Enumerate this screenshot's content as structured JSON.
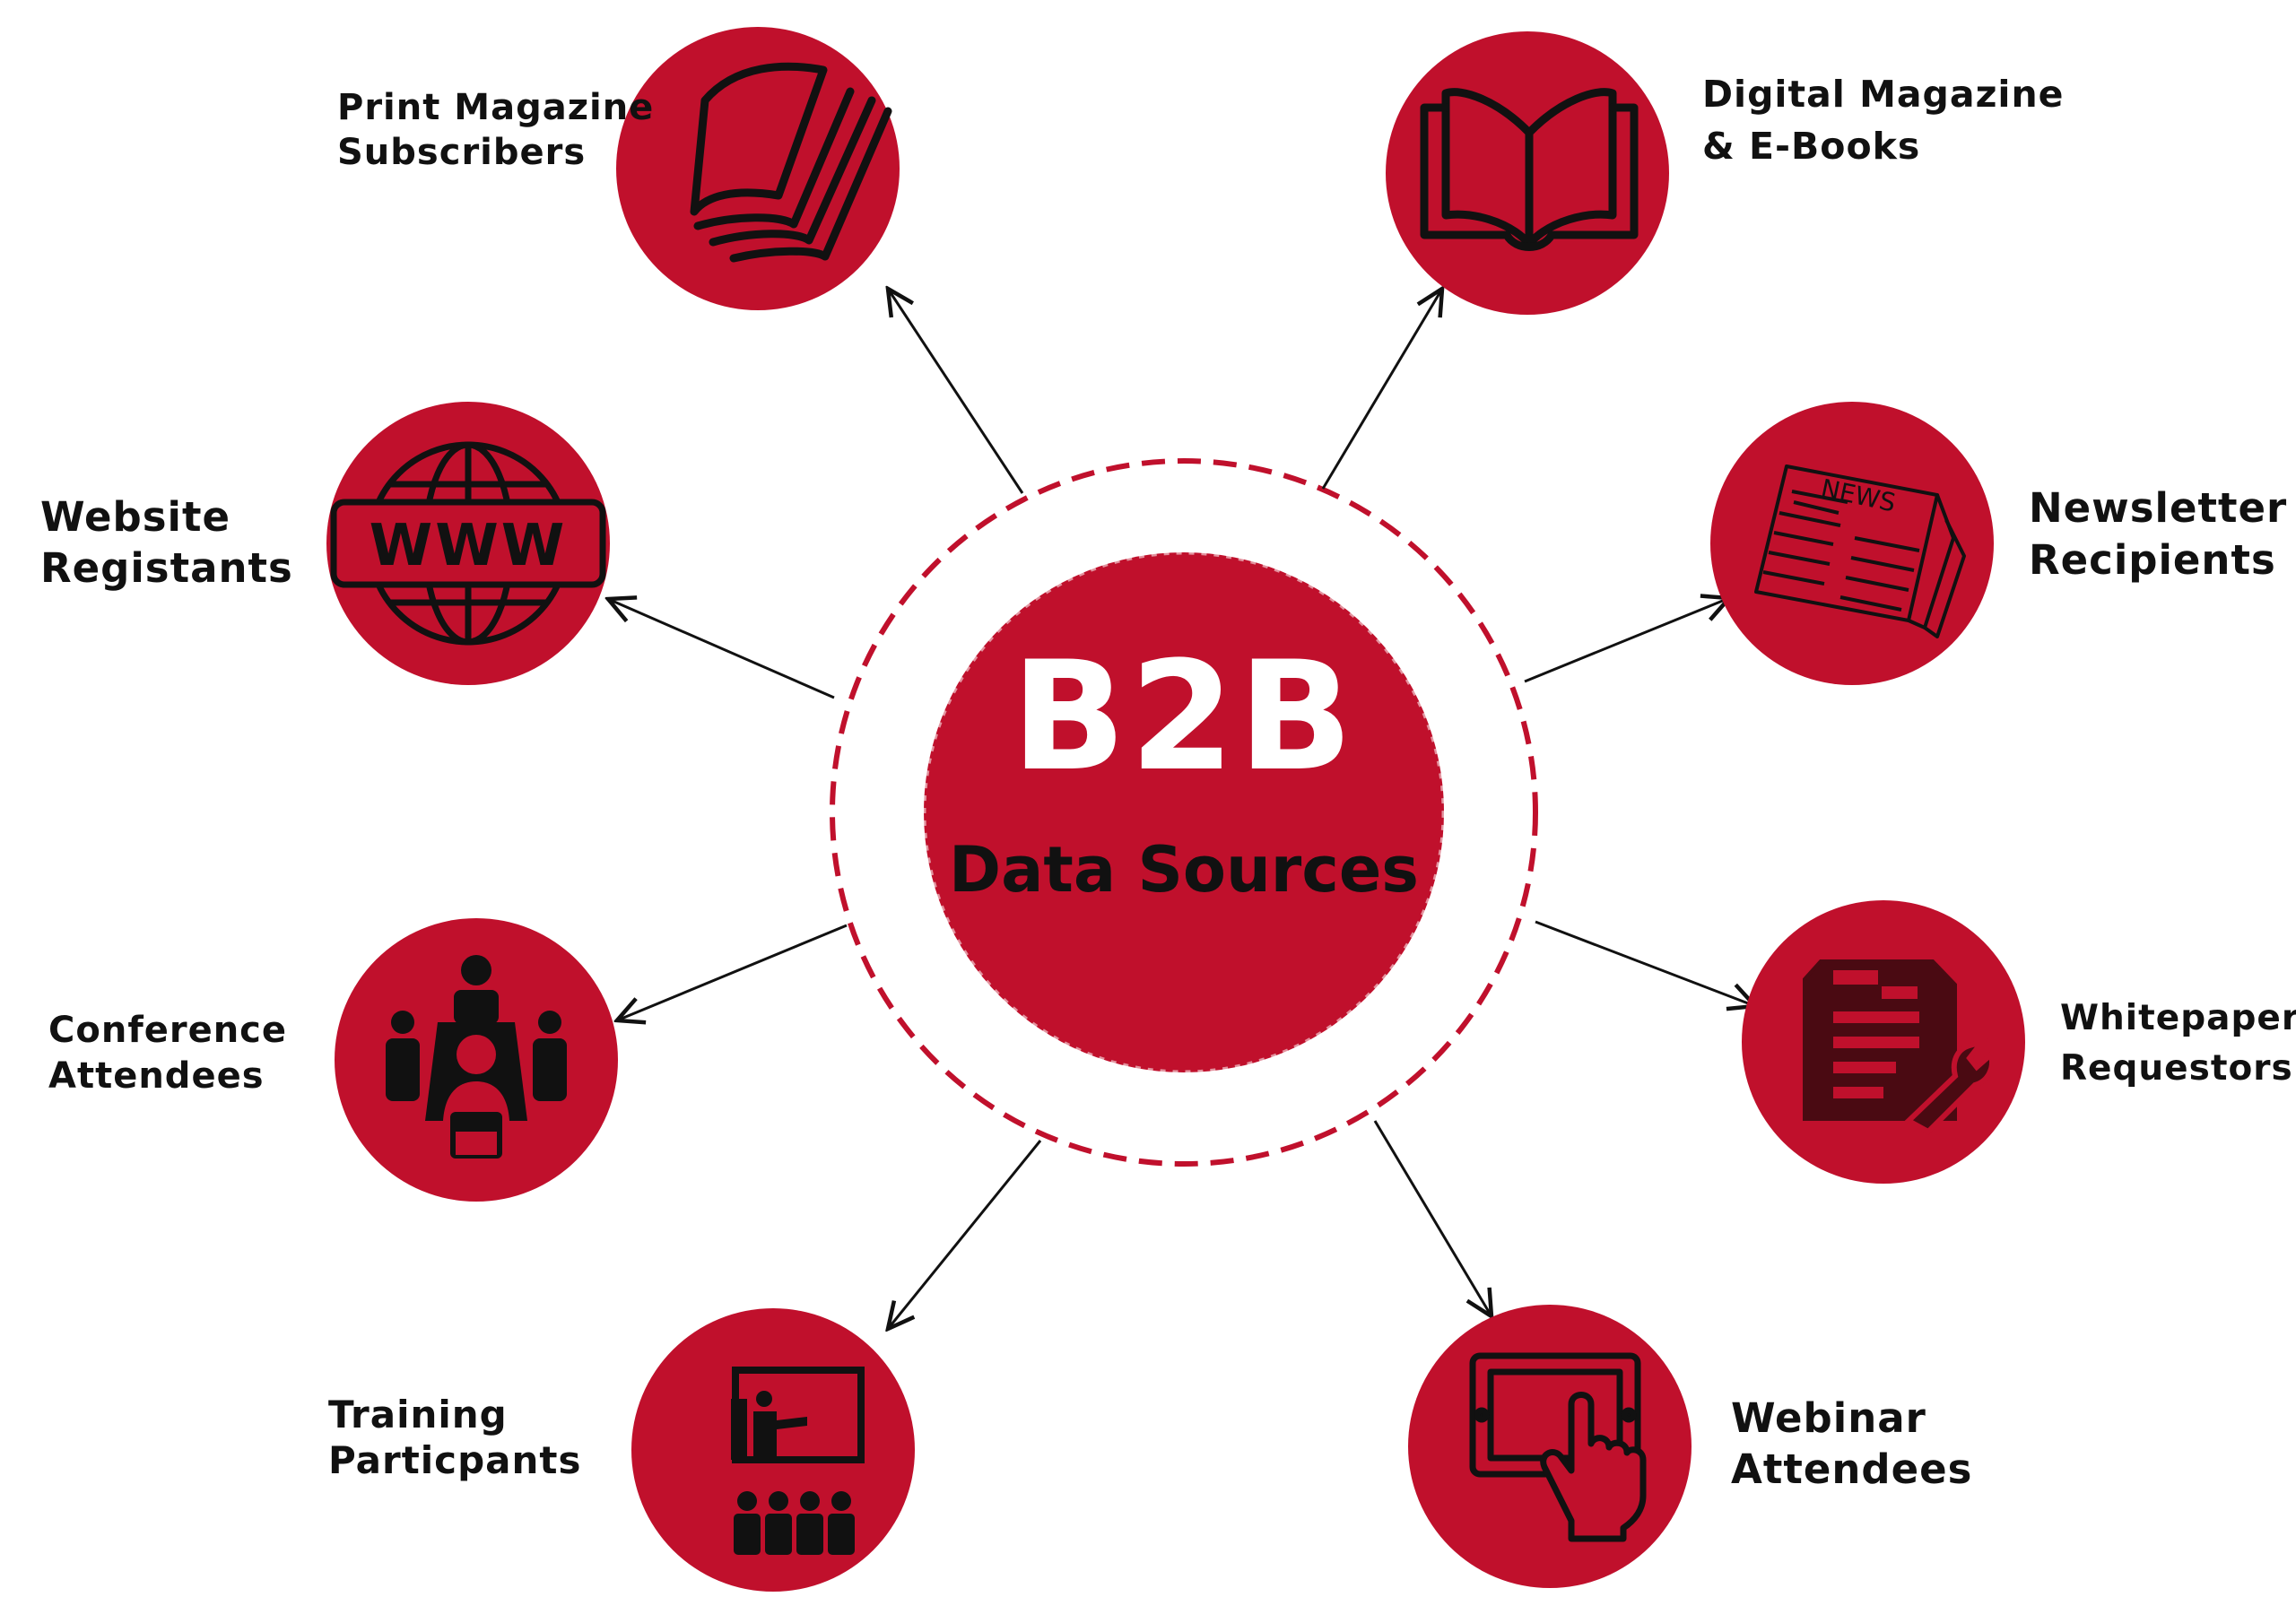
{
  "center": {
    "title": "B2B",
    "subtitle": "Data Sources"
  },
  "sources": [
    {
      "id": "print",
      "line1": "Print Magazine",
      "line2": "Subscribers",
      "icon": "magazine-icon"
    },
    {
      "id": "digital",
      "line1": "Digital Magazine",
      "line2": "& E-Books",
      "icon": "open-book-icon"
    },
    {
      "id": "website",
      "line1": "Website",
      "line2": "Registants",
      "icon": "www-globe-icon"
    },
    {
      "id": "newsletter",
      "line1": "Newsletter",
      "line2": "Recipients",
      "icon": "newspaper-icon"
    },
    {
      "id": "conference",
      "line1": "Conference",
      "line2": "Attendees",
      "icon": "meeting-table-icon"
    },
    {
      "id": "whitepaper",
      "line1": "Whitepaper",
      "line2": "Requestors",
      "icon": "document-wrench-icon"
    },
    {
      "id": "training",
      "line1": "Training",
      "line2": "Particpants",
      "icon": "presentation-icon"
    },
    {
      "id": "webinar",
      "line1": "Webinar",
      "line2": "Attendees",
      "icon": "tablet-touch-icon"
    }
  ],
  "colors": {
    "accent": "#c0102c",
    "icon": "#111111",
    "text": "#111111",
    "title": "#ffffff"
  },
  "newspaper_word": "NEWS",
  "www_word": "WWW"
}
